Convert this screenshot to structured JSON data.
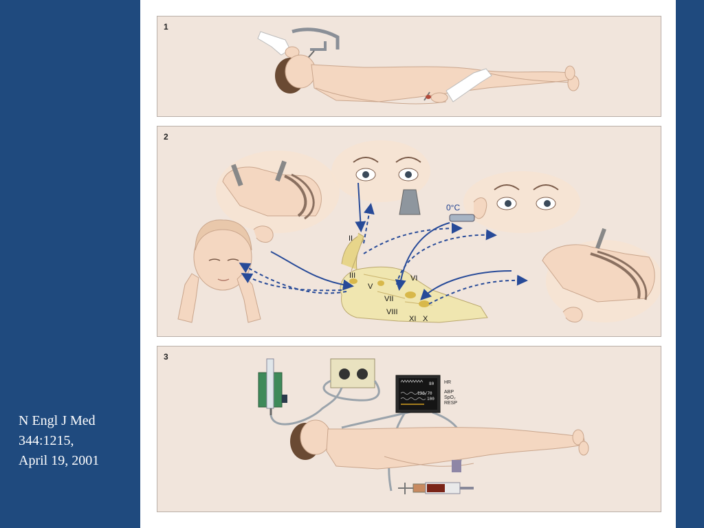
{
  "citation": {
    "line1": "N Engl J Med",
    "line2": "344:1215,",
    "line3": "April 19, 2001"
  },
  "panels": {
    "p1": {
      "number": "1"
    },
    "p2": {
      "number": "2",
      "temperature": "0°C",
      "nerves": [
        "II",
        "III",
        "V",
        "VI",
        "VII",
        "VIII",
        "XI",
        "X"
      ]
    },
    "p3": {
      "number": "3",
      "monitor": {
        "hr_value": "80",
        "abp_value": "120/70",
        "spo2_value": "100",
        "labels": [
          "HR",
          "ABP",
          "SpO₂",
          "RESP"
        ]
      }
    }
  },
  "colors": {
    "background": "#1f4a7e",
    "panel": "#f1e5dc",
    "arrow": "#274a98",
    "skin": "#f4d7c1",
    "brainstem": "#f0e6b0"
  }
}
